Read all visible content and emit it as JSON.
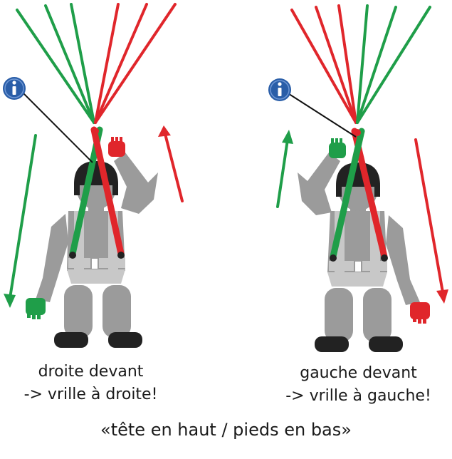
{
  "colors": {
    "green": "#1f9e49",
    "red": "#e0262b",
    "body_gray": "#9b9b9b",
    "harness_gray": "#c8c8c8",
    "dark": "#222222",
    "info_blue": "#2a5ea8"
  },
  "icons": {
    "info": "info-icon"
  },
  "left_figure": {
    "caption_line1": "droite devant",
    "caption_line2": "-> vrille à droite!"
  },
  "right_figure": {
    "caption_line1": "gauche devant",
    "caption_line2": "-> vrille à gauche!"
  },
  "footer": "«tête en haut / pieds en bas»"
}
